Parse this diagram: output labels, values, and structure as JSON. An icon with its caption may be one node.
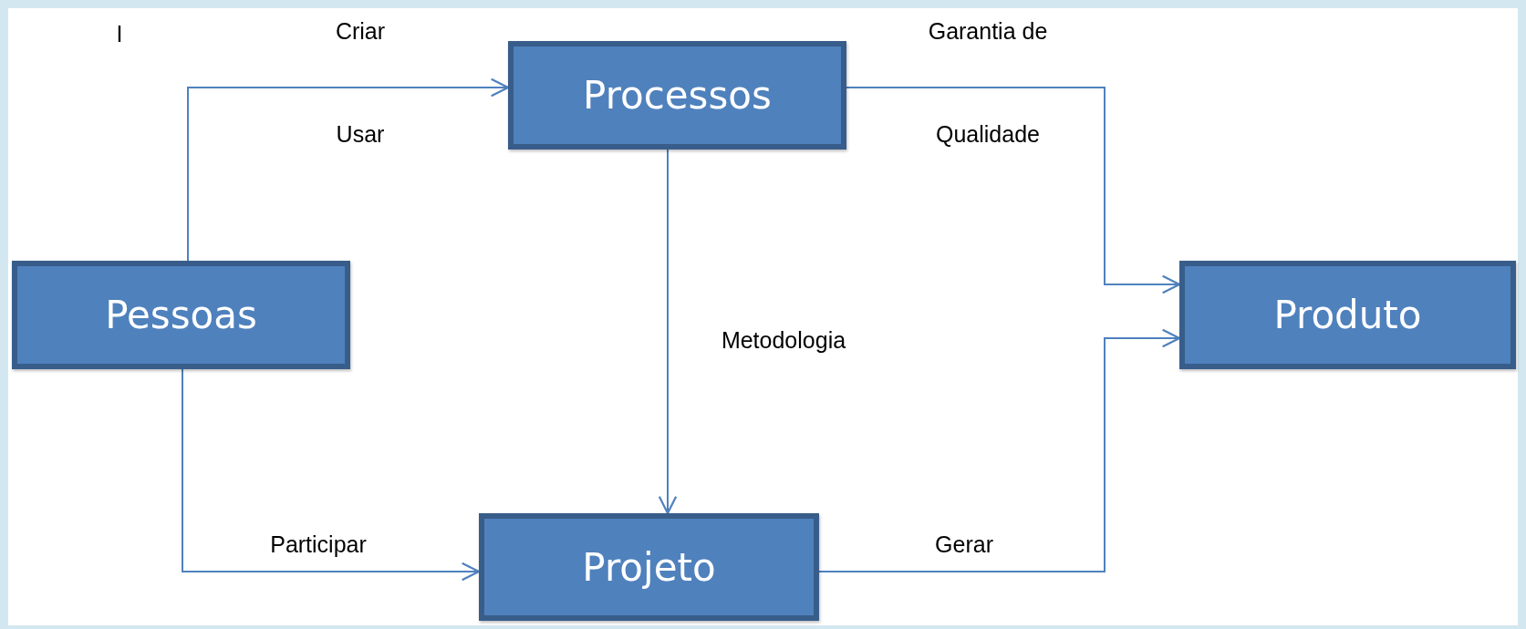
{
  "diagram": {
    "nodes": [
      {
        "text": [
          "Processos"
        ]
      },
      {
        "text": [
          "Pessoas"
        ]
      },
      {
        "text": [
          "Produto"
        ]
      },
      {
        "text": [
          "Projeto"
        ]
      }
    ],
    "edges": [
      {
        "from": 1,
        "to": 0,
        "arrow": "to"
      },
      {
        "from": 0,
        "to": 2,
        "arrow": "to"
      },
      {
        "from": 0,
        "to": 3,
        "arrow": "to",
        "label": "Metodologia"
      },
      {
        "from": 1,
        "to": 3,
        "arrow": "to",
        "label": "Participar"
      },
      {
        "from": 3,
        "to": 2,
        "arrow": "to",
        "label": "Gerar"
      }
    ],
    "labels": [
      "I",
      "Criar",
      "Usar",
      "Garantia de",
      "Qualidade"
    ]
  }
}
